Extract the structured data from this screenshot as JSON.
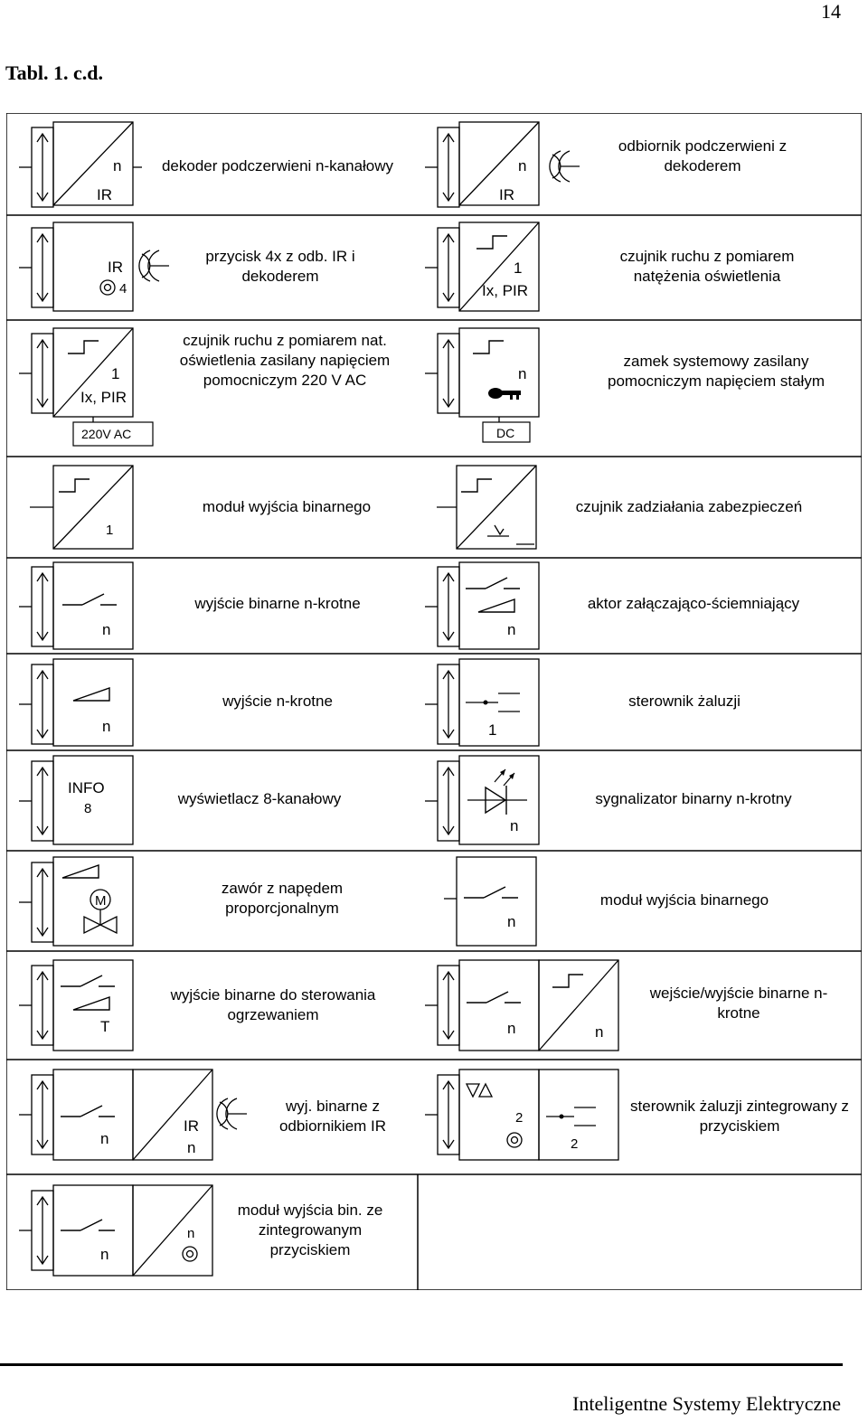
{
  "page_number": "14",
  "table_title": "Tabl. 1. c.d.",
  "footer": "Inteligentne Systemy Elektryczne",
  "cells": {
    "ir_decoder": {
      "letter": "n",
      "code": "IR",
      "label": "dekoder podczerwieni n-kanałowy"
    },
    "ir_receiver": {
      "letter": "n",
      "code": "IR",
      "label": "odbiornik podczerwieni z dekoderem"
    },
    "button_ir": {
      "code": "IR",
      "count": "4",
      "label": "przycisk 4x z odb. IR i dekoderem"
    },
    "motion_lux": {
      "count": "1",
      "code": "Ix, PIR",
      "label": "czujnik ruchu z pomiarem natężenia oświetlenia"
    },
    "motion_lux_230": {
      "count": "1",
      "code": "Ix, PIR",
      "supply": "220V AC",
      "label": "czujnik ruchu z pomiarem nat. oświetlenia zasilany napięciem pomocniczym 220 V AC"
    },
    "system_lock": {
      "letter": "n",
      "supply": "DC",
      "label": "zamek systemowy zasilany pomocniczym napięciem stałym"
    },
    "binary_output_module": {
      "count": "1",
      "label": "moduł wyjścia binarnego"
    },
    "fuse_sensor": {
      "label": "czujnik zadziałania zabezpieczeń"
    },
    "binary_output_n": {
      "letter": "n",
      "label": "wyjście binarne n-krotne"
    },
    "dimming_actuator": {
      "letter": "n",
      "label": "aktor załączająco-ściemniający"
    },
    "output_n": {
      "letter": "n",
      "label": "wyjście n-krotne"
    },
    "blind_controller": {
      "count": "1",
      "label": "sterownik żaluzji"
    },
    "display": {
      "code": "INFO",
      "count": "8",
      "label": "wyświetlacz 8-kanałowy"
    },
    "binary_signaller": {
      "letter": "n",
      "label": "sygnalizator binarny n-krotny"
    },
    "proportional_valve": {
      "code": "M",
      "label": "zawór z napędem proporcjonalnym"
    },
    "binary_output_module_2": {
      "letter": "n",
      "label": "moduł wyjścia binarnego"
    },
    "heating_output": {
      "code": "T",
      "label": "wyjście binarne do sterowania ogrzewaniem"
    },
    "binary_io": {
      "letter_a": "n",
      "letter_b": "n",
      "label": "wejście/wyjście binarne n-krotne"
    },
    "binary_output_ir": {
      "letter_a": "n",
      "code": "IR",
      "letter_b": "n",
      "label": "wyj. binarne z odbiornikiem IR"
    },
    "blind_controller_button": {
      "count_a": "2",
      "count_b": "2",
      "label": "sterownik żaluzji zintegrowany z przyciskiem"
    },
    "binary_output_button": {
      "letter_a": "n",
      "letter_b": "n",
      "label": "moduł wyjścia bin. ze zintegrowanym przyciskiem"
    }
  }
}
